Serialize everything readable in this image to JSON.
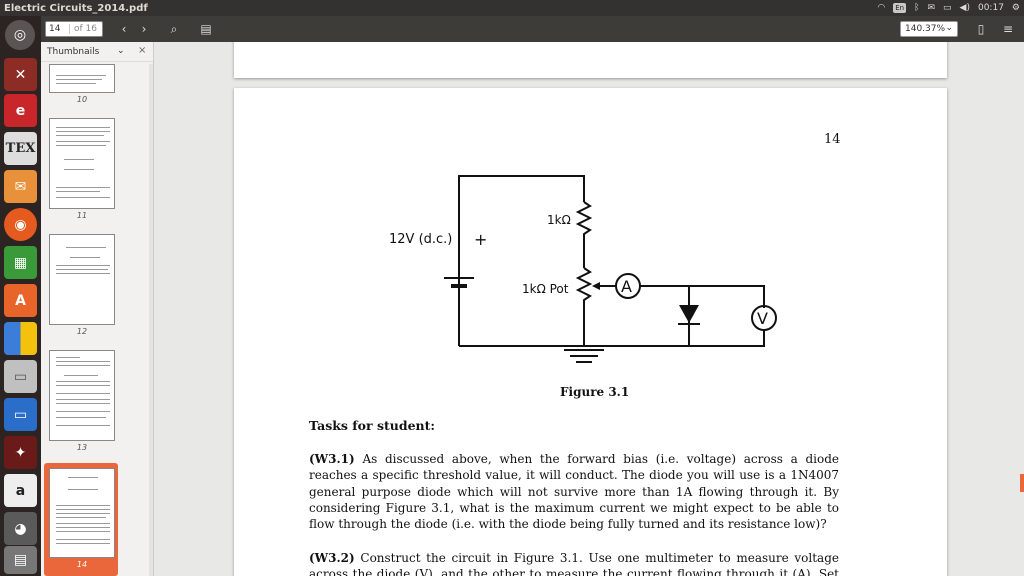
{
  "window": {
    "title": "Electric Circuits_2014.pdf",
    "keyboard_layout": "En",
    "clock": "00:17"
  },
  "toolbar": {
    "current_page": "14",
    "total_pages": "of 16",
    "zoom": "140.37%"
  },
  "sidebar": {
    "label": "Thumbnails",
    "thumbnails": [
      {
        "number": "10"
      },
      {
        "number": "11"
      },
      {
        "number": "12"
      },
      {
        "number": "13"
      },
      {
        "number": "14"
      }
    ]
  },
  "page": {
    "number": "14",
    "figure": {
      "caption": "Figure 3.1",
      "labels": {
        "battery": "12V (d.c.)",
        "plus": "+",
        "resistor": "1kΩ",
        "pot": "1kΩ Pot",
        "ammeter": "A",
        "voltmeter": "V"
      }
    },
    "heading": "Tasks for student:",
    "w31_label": "(W3.1)",
    "w31_text": "As discussed above, when the forward bias (i.e. voltage) across a diode reaches a specific threshold value, it will conduct. The diode you will use is a 1N4007 general purpose diode which will not survive more than 1A flowing through it. By considering Figure 3.1, what is the maximum current we might expect to be able to flow through the diode (i.e. with the diode being fully turned and its resistance low)?",
    "w32_label": "(W3.2)",
    "w32_text": "Construct the circuit in Figure 3.1. Use one multimeter to measure voltage across the diode (V), and the other to measure the current flowing through it (A). Set the ranges of"
  },
  "colors": {
    "accent": "#e9673a",
    "panel": "#333231",
    "launcher": "#2b2423"
  }
}
